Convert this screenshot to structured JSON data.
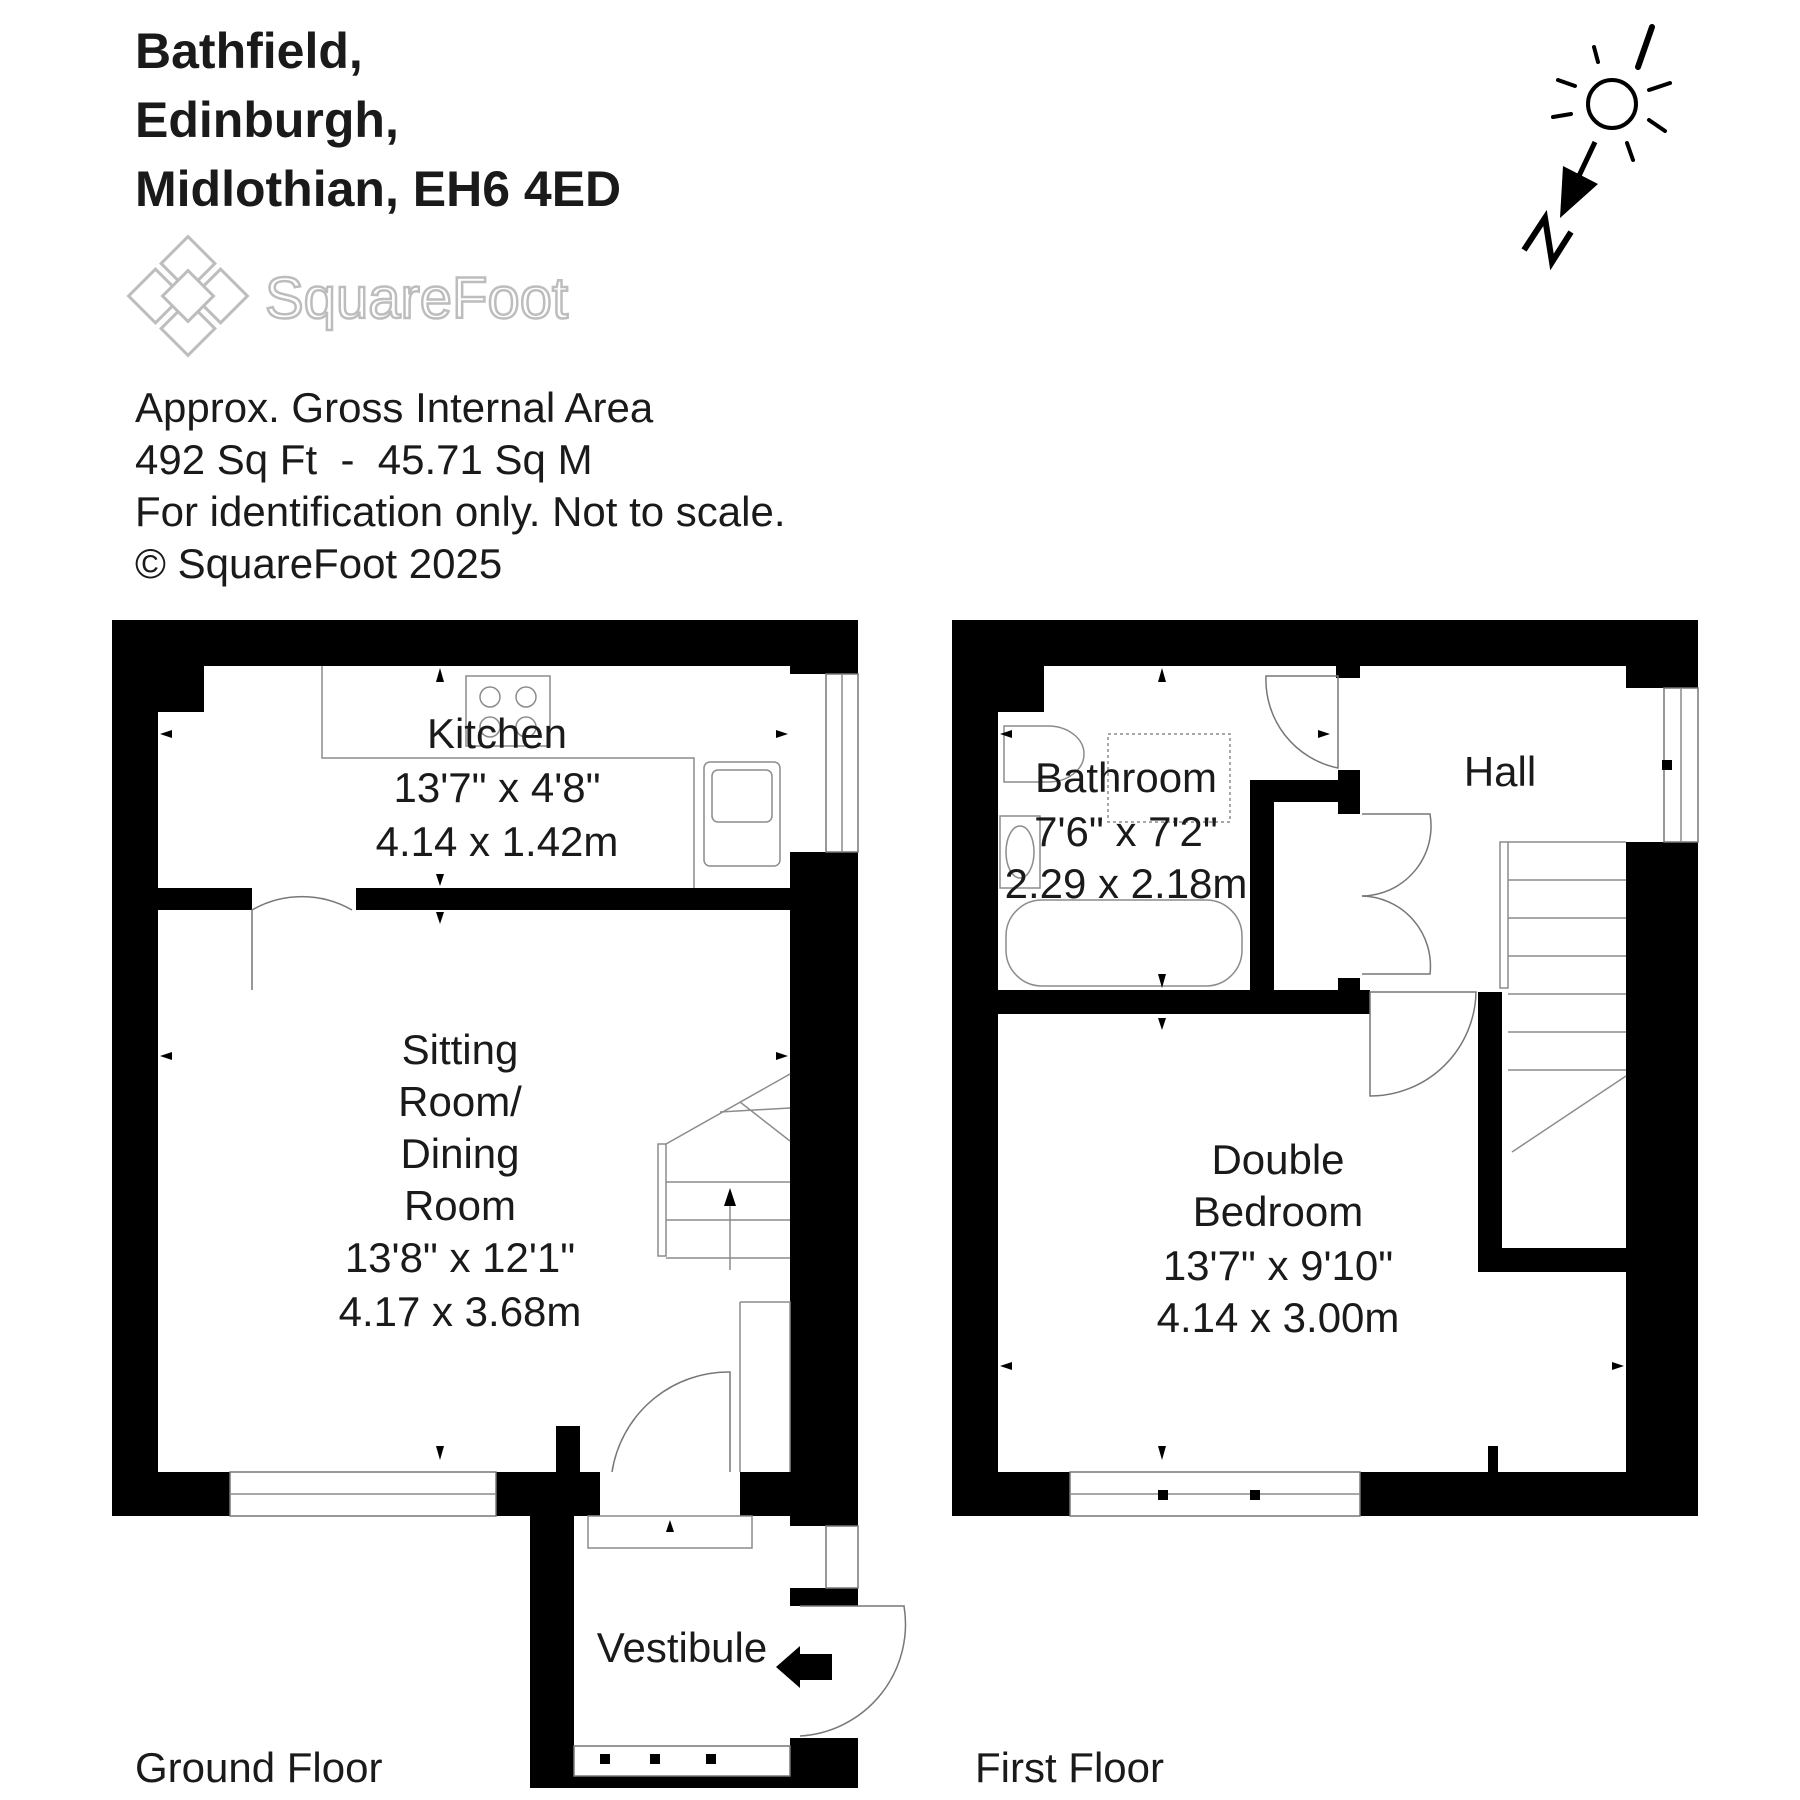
{
  "address": {
    "line1": "Bathfield,",
    "line2": "Edinburgh,",
    "line3": "Midlothian, EH6 4ED"
  },
  "logo": {
    "text": "SquareFoot"
  },
  "info": {
    "area_label": "Approx. Gross Internal Area",
    "area_value": "492 Sq Ft  -  45.71 Sq M",
    "disclaimer": "For identification only. Not to scale.",
    "copyright": "© SquareFoot 2025"
  },
  "compass": {
    "north_label": "N",
    "icon": "sun-icon"
  },
  "floors": {
    "ground": {
      "label": "Ground Floor",
      "kitchen": {
        "name": "Kitchen",
        "imperial": "13'7\" x 4'8\"",
        "metric": "4.14 x 1.42m"
      },
      "sitting": {
        "name1": "Sitting",
        "name2": "Room/",
        "name3": "Dining",
        "name4": "Room",
        "imperial": "13'8\" x 12'1\"",
        "metric": "4.17 x 3.68m"
      },
      "vestibule": {
        "name": "Vestibule"
      }
    },
    "first": {
      "label": "First Floor",
      "bathroom": {
        "name": "Bathroom",
        "imperial": "7'6\" x 7'2\"",
        "metric": "2.29 x 2.18m"
      },
      "hall": {
        "name": "Hall"
      },
      "bedroom": {
        "name1": "Double",
        "name2": "Bedroom",
        "imperial": "13'7\" x 9'10\"",
        "metric": "4.14 x 3.00m"
      }
    }
  }
}
